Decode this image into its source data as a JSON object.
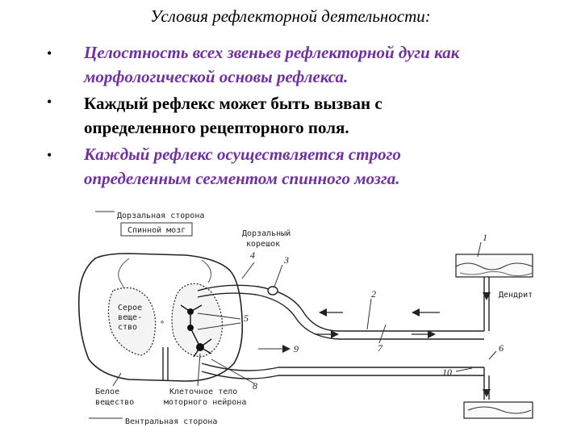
{
  "slide": {
    "title": "Условия рефлекторной деятельности:",
    "items": [
      {
        "bullet": "•",
        "lines": [
          "Целостность всех звеньев рефлекторной дуги как",
          "морфологической основы рефлекса."
        ],
        "color": "#7030a0"
      },
      {
        "bullet": "•",
        "lines": [
          "Каждый рефлекс может быть вызван с",
          "определенного рецепторного поля."
        ],
        "color": "#000000"
      },
      {
        "bullet": "•",
        "lines": [
          "Каждый рефлекс осуществляется строго",
          "определенным сегментом спинного мозга."
        ],
        "color": "#7030a0"
      }
    ]
  },
  "figure": {
    "labels": {
      "dorsal_side": "Дорзальная сторона",
      "spinal_cord": "Спинной мозг",
      "dorsal_root_1": "Дорзальный",
      "dorsal_root_2": "корешок",
      "gray_matter_1": "Серое",
      "gray_matter_2": "веще-",
      "gray_matter_3": "ство",
      "white_matter_1": "Белое",
      "white_matter_2": "вещество",
      "motor_body_1": "Клеточное тело",
      "motor_body_2": "моторного нейрона",
      "ventral_side": "Вентральная сторона",
      "dendrite": "Дендрит"
    },
    "numbers": {
      "n1": "1",
      "n2": "2",
      "n3": "3",
      "n4": "4",
      "n5": "5",
      "n6": "6",
      "n7": "7",
      "n8": "8",
      "n9": "9",
      "n10": "10"
    }
  }
}
